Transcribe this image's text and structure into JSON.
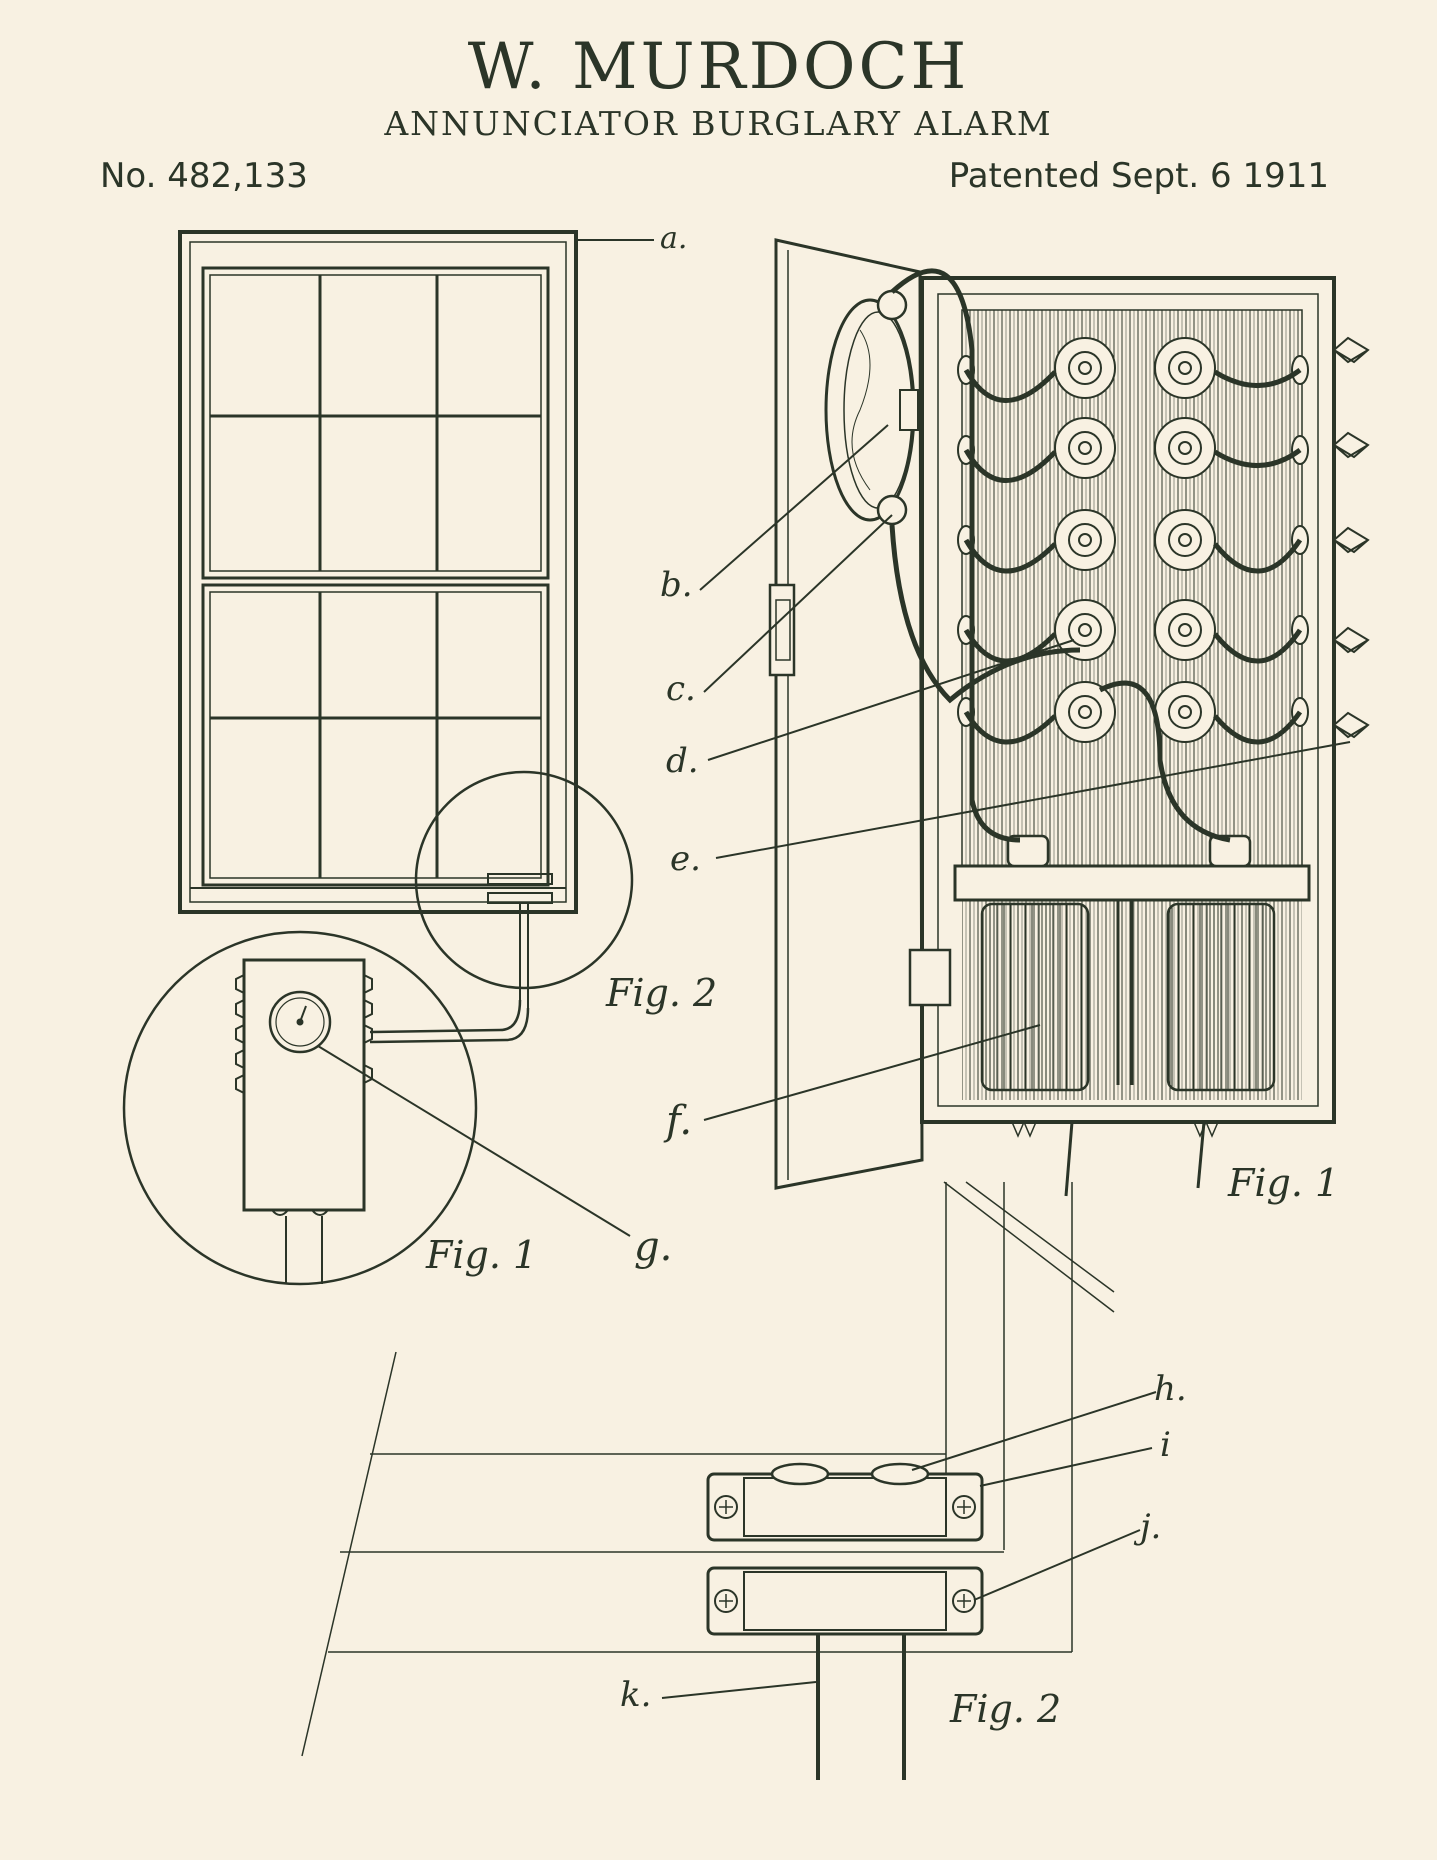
{
  "header": {
    "inventor": "W. MURDOCH",
    "invention": "ANNUNCIATOR BURGLARY ALARM",
    "patent_number": "No. 482,133",
    "patent_date": "Patented Sept. 6 1911"
  },
  "labels": {
    "a": "a.",
    "b": "b.",
    "c": "c.",
    "d": "d.",
    "e": "e.",
    "f": "f.",
    "g": "g.",
    "h": "h.",
    "i": "i",
    "j": "j.",
    "k": "k."
  },
  "figures": {
    "fig_window": "Fig. 2",
    "fig_window_detail": "Fig. 1",
    "fig_cabinet": "Fig. 1",
    "fig_contact": "Fig. 2"
  },
  "colors": {
    "paper": "#f8f1e2",
    "ink": "#2b3528"
  }
}
